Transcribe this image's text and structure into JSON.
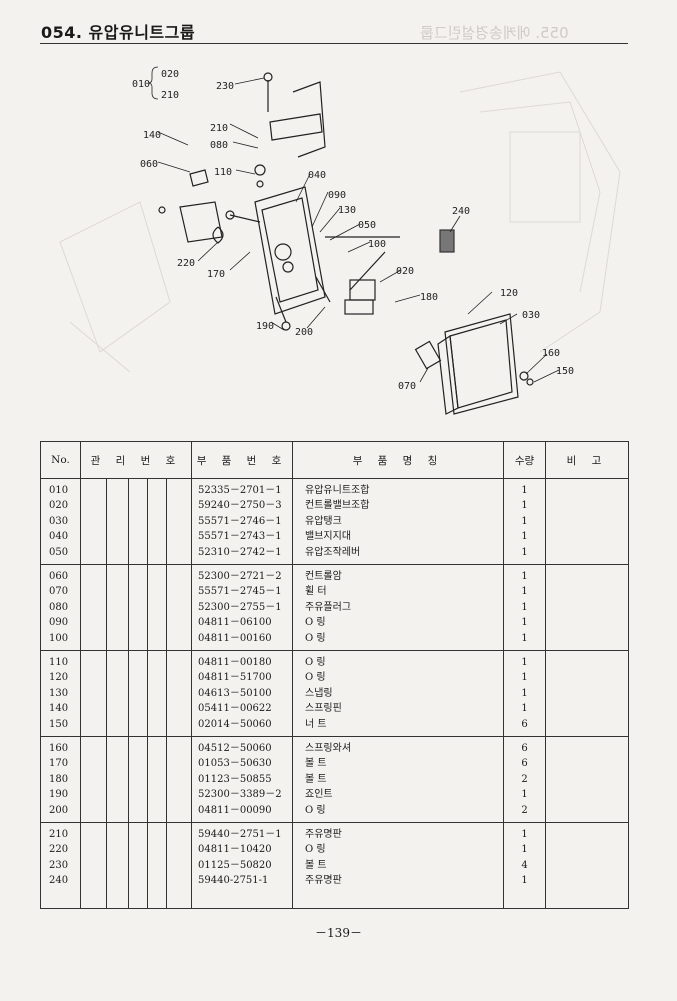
{
  "header": {
    "title": "054. 유압유니트그룹",
    "ghost_title": "055. 에케송경설린그룹"
  },
  "figure": {
    "labels": [
      "010",
      "020",
      "210",
      "230",
      "210",
      "080",
      "140",
      "060",
      "110",
      "040",
      "090",
      "130",
      "050",
      "100",
      "240",
      "220",
      "170",
      "020",
      "180",
      "120",
      "030",
      "190",
      "200",
      "160",
      "150",
      "070"
    ]
  },
  "table": {
    "headers": {
      "no": "No.",
      "mgmt": "관 리 번 호",
      "part_no": "부 품 번 호",
      "part_name": "부 품 명 칭",
      "qty": "수량",
      "remark": "비 고"
    },
    "groups": [
      {
        "rows": [
          {
            "no": "010",
            "part_no": "52335－2701－1",
            "name": "유압유니트조합",
            "qty": "1"
          },
          {
            "no": "020",
            "part_no": "59240－2750－3",
            "name": "컨트롤밸브조합",
            "qty": "1"
          },
          {
            "no": "030",
            "part_no": "55571－2746－1",
            "name": "유압탱크",
            "qty": "1"
          },
          {
            "no": "040",
            "part_no": "55571－2743－1",
            "name": "밸브지지대",
            "qty": "1"
          },
          {
            "no": "050",
            "part_no": "52310－2742－1",
            "name": "유압조작레버",
            "qty": "1"
          }
        ]
      },
      {
        "rows": [
          {
            "no": "060",
            "part_no": "52300－2721－2",
            "name": "컨트롤암",
            "qty": "1"
          },
          {
            "no": "070",
            "part_no": "55571－2745－1",
            "name": "휠 터",
            "qty": "1"
          },
          {
            "no": "080",
            "part_no": "52300－2755－1",
            "name": "주유플러그",
            "qty": "1"
          },
          {
            "no": "090",
            "part_no": "04811－06100",
            "name": "O 링",
            "qty": "1"
          },
          {
            "no": "100",
            "part_no": "04811－00160",
            "name": "O 링",
            "qty": "1"
          }
        ]
      },
      {
        "rows": [
          {
            "no": "110",
            "part_no": "04811－00180",
            "name": "O 링",
            "qty": "1"
          },
          {
            "no": "120",
            "part_no": "04811－51700",
            "name": "O 링",
            "qty": "1"
          },
          {
            "no": "130",
            "part_no": "04613－50100",
            "name": "스냅링",
            "qty": "1"
          },
          {
            "no": "140",
            "part_no": "05411－00622",
            "name": "스프링핀",
            "qty": "1"
          },
          {
            "no": "150",
            "part_no": "02014－50060",
            "name": "너 트",
            "qty": "6"
          }
        ]
      },
      {
        "rows": [
          {
            "no": "160",
            "part_no": "04512－50060",
            "name": "스프링와셔",
            "qty": "6"
          },
          {
            "no": "170",
            "part_no": "01053－50630",
            "name": "볼 트",
            "qty": "6"
          },
          {
            "no": "180",
            "part_no": "01123－50855",
            "name": "볼 트",
            "qty": "2"
          },
          {
            "no": "190",
            "part_no": "52300－3389－2",
            "name": "죠인트",
            "qty": "1"
          },
          {
            "no": "200",
            "part_no": "04811－00090",
            "name": "O 링",
            "qty": "2"
          }
        ]
      },
      {
        "rows": [
          {
            "no": "210",
            "part_no": "59440－2751－1",
            "name": "주유명판",
            "qty": "1"
          },
          {
            "no": "220",
            "part_no": "04811－10420",
            "name": "O 링",
            "qty": "1"
          },
          {
            "no": "230",
            "part_no": "01125－50820",
            "name": "볼 트",
            "qty": "4"
          },
          {
            "no": "240",
            "part_no": "59440-2751-1",
            "name": "주유명판",
            "qty": "1"
          }
        ]
      }
    ]
  },
  "footer": {
    "page": "－139－"
  }
}
